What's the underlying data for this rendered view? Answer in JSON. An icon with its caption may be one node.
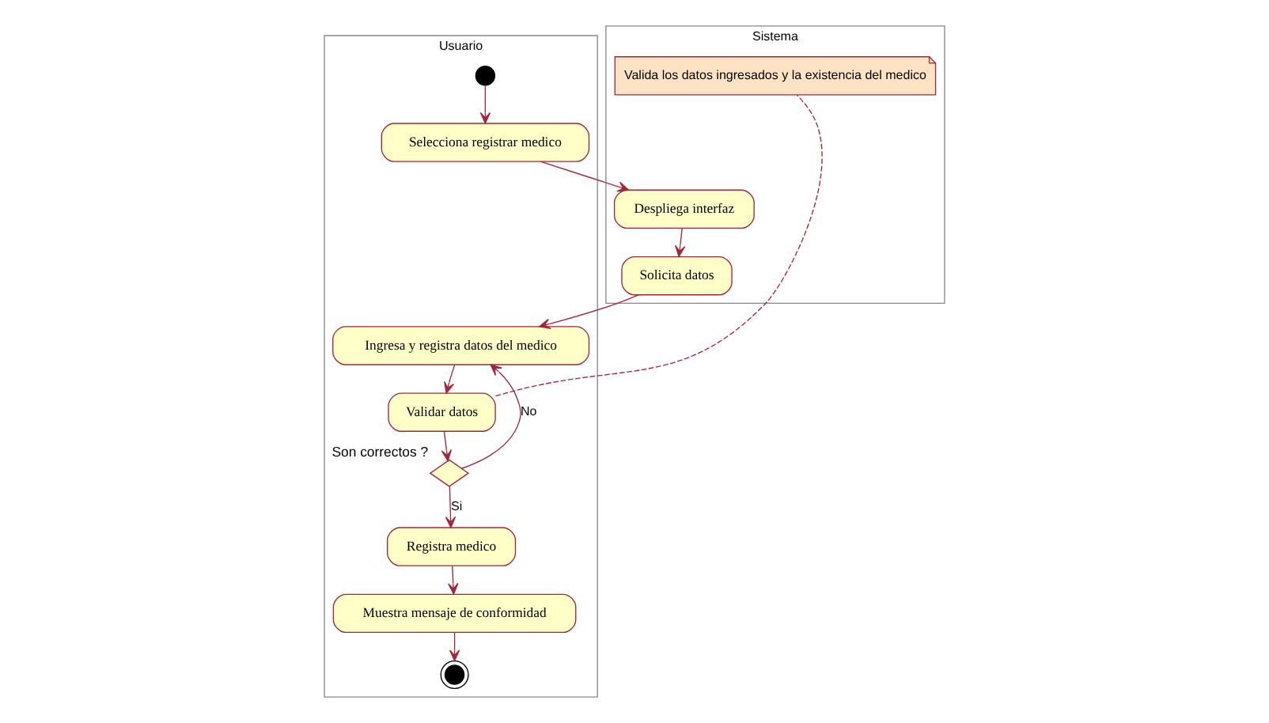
{
  "diagram": {
    "nodes": [
      {
        "text": [
          "Usuario"
        ]
      },
      {
        "text": [
          "Sistema"
        ]
      },
      {
        "text": [],
        "shape": "circle",
        "in": 0
      },
      {
        "text": [
          "Selecciona registrar medico"
        ],
        "in": 0
      },
      {
        "text": [
          "Despliega interfaz"
        ],
        "in": 1
      },
      {
        "text": [
          "Solicita datos"
        ],
        "in": 1
      },
      {
        "text": [
          "Ingresa y registra datos del medico"
        ],
        "in": 0
      },
      {
        "text": [
          "Validar datos"
        ],
        "in": 0
      },
      {
        "text": [
          "Valida los datos ingresados y la existencia del medico"
        ],
        "in": 1
      },
      {
        "text": [],
        "shape": "diamond",
        "beside": [
          "Son correctos ?"
        ],
        "in": 0
      },
      {
        "text": [
          "Registra medico"
        ],
        "in": 0
      },
      {
        "text": [
          "Muestra mensaje de conformidad"
        ],
        "in": 0
      },
      {
        "text": [],
        "shape": "circle",
        "in": 0
      }
    ],
    "edges": [
      {
        "from": 2,
        "to": 3,
        "arrow": "to"
      },
      {
        "from": 3,
        "to": 4,
        "arrow": "to"
      },
      {
        "from": 4,
        "to": 5,
        "arrow": "to"
      },
      {
        "from": 5,
        "to": 6,
        "arrow": "to"
      },
      {
        "from": 6,
        "to": 7,
        "arrow": "to"
      },
      {
        "from": 7,
        "to": 9,
        "arrow": "to"
      },
      {
        "from": 9,
        "to": 6,
        "arrow": "to",
        "label": "No"
      },
      {
        "from": 9,
        "to": 10,
        "arrow": "to",
        "label": "Si"
      },
      {
        "from": 10,
        "to": 11,
        "arrow": "to"
      },
      {
        "from": 11,
        "to": 12,
        "arrow": "to"
      },
      {
        "from": 7,
        "to": 8,
        "arrow": "none",
        "style": "dashed"
      }
    ]
  }
}
